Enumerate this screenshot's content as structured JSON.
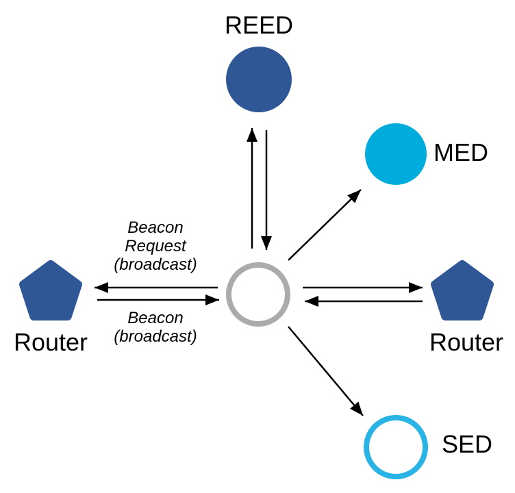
{
  "diagram": {
    "nodes": {
      "reed": {
        "label": "REED",
        "shape": "filled-circle"
      },
      "med": {
        "label": "MED",
        "shape": "filled-circle"
      },
      "sed": {
        "label": "SED",
        "shape": "outlined-circle"
      },
      "router_left": {
        "label": "Router",
        "shape": "pentagon"
      },
      "router_right": {
        "label": "Router",
        "shape": "pentagon"
      },
      "joiner": {
        "label": "",
        "shape": "outlined-circle"
      }
    },
    "messages": {
      "beacon_request": {
        "lines": [
          "Beacon",
          "Request",
          "(broadcast)"
        ]
      },
      "beacon": {
        "lines": [
          "Beacon",
          "(broadcast)"
        ]
      }
    },
    "colors": {
      "node_blue": "#2F5796",
      "med_cyan": "#00ACDB",
      "sed_cyan": "#29B4E5",
      "hub_gray": "#ABABAB",
      "arrow": "#000000",
      "text": "#000000",
      "bg": "#FFFFFF"
    }
  }
}
